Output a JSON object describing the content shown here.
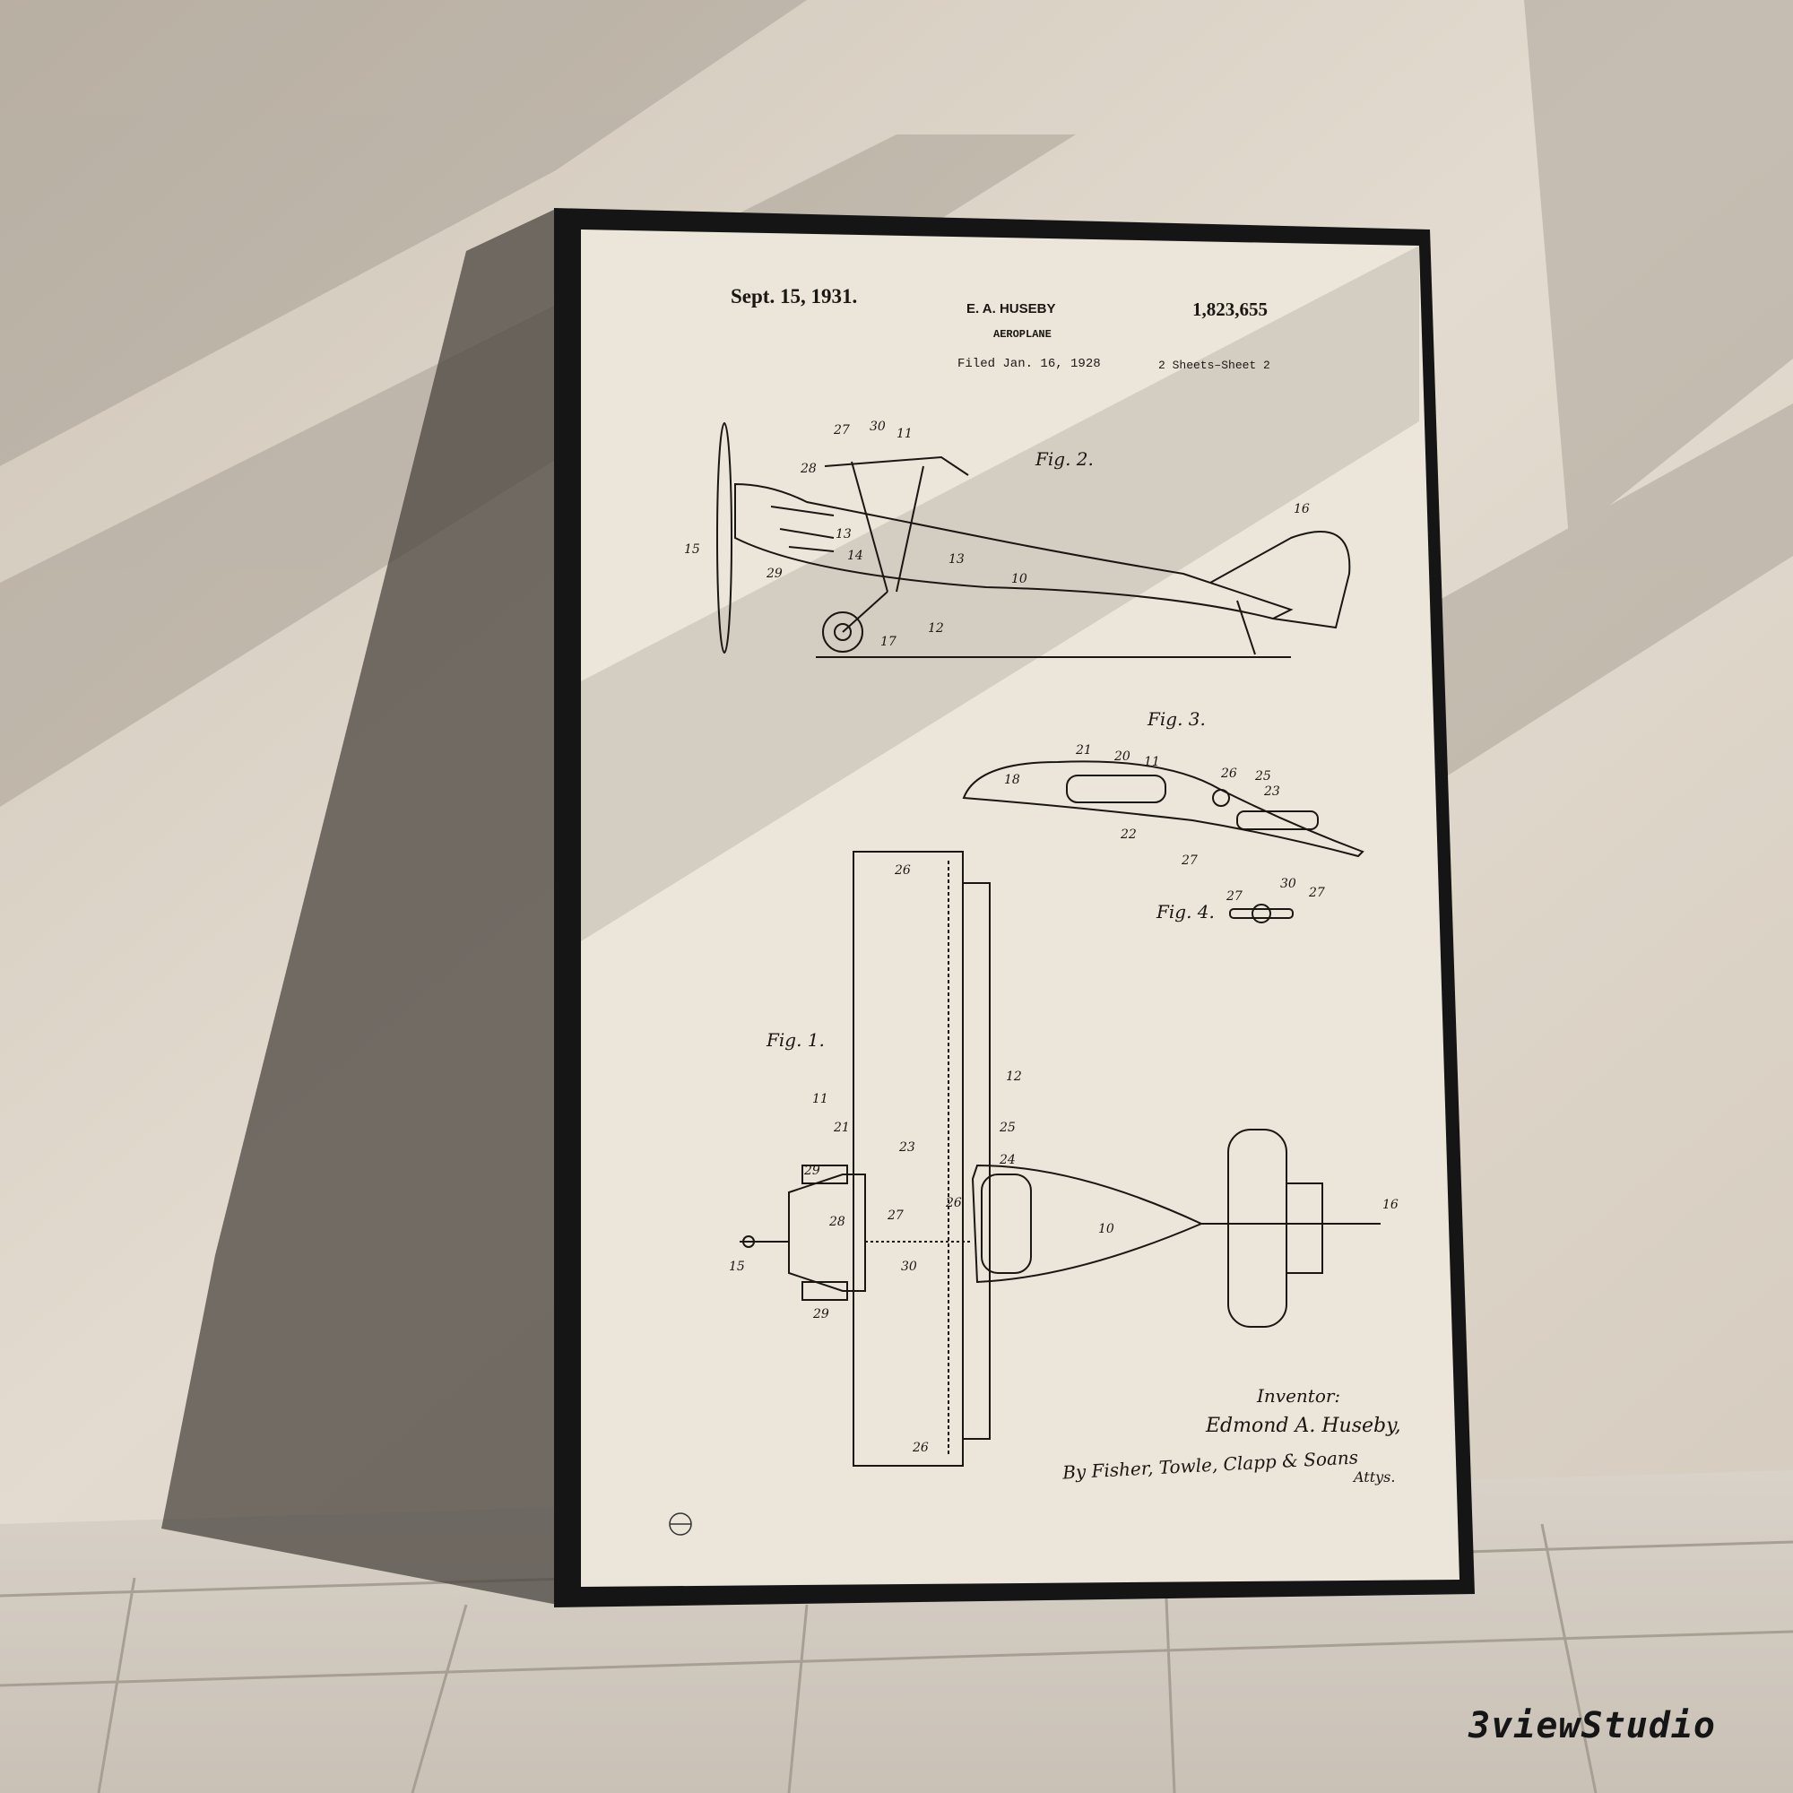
{
  "patent": {
    "date": "Sept. 15, 1931.",
    "inventor_header": "E. A. HUSEBY",
    "number": "1,823,655",
    "title": "AEROPLANE",
    "filed": "Filed Jan. 16, 1928",
    "sheets": "2 Sheets–Sheet  2"
  },
  "figures": {
    "fig2": {
      "label": "Fig. 2.",
      "refs": [
        "27",
        "30",
        "11",
        "28",
        "13",
        "14",
        "13",
        "15",
        "29",
        "10",
        "16",
        "12",
        "17"
      ]
    },
    "fig3": {
      "label": "Fig. 3.",
      "refs": [
        "21",
        "20",
        "11",
        "26",
        "25",
        "23",
        "18",
        "22",
        "27"
      ]
    },
    "fig4": {
      "label": "Fig. 4.",
      "refs": [
        "27",
        "30",
        "27"
      ]
    },
    "fig1": {
      "label": "Fig. 1.",
      "refs": [
        "26",
        "12",
        "11",
        "21",
        "25",
        "23",
        "24",
        "29",
        "26",
        "27",
        "28",
        "10",
        "16",
        "15",
        "30",
        "29",
        "26"
      ]
    }
  },
  "signature": {
    "inventor_label": "Inventor:",
    "inventor_name": "Edmond A. Huseby,",
    "attorneys": "By Fisher, Towle, Clapp & Soans",
    "attys": "Attys."
  },
  "watermark": "3viewStudio",
  "colors": {
    "wall": "#ddd5c8",
    "paper": "#ece5da",
    "frame": "#151515",
    "ink": "#1a1612"
  }
}
